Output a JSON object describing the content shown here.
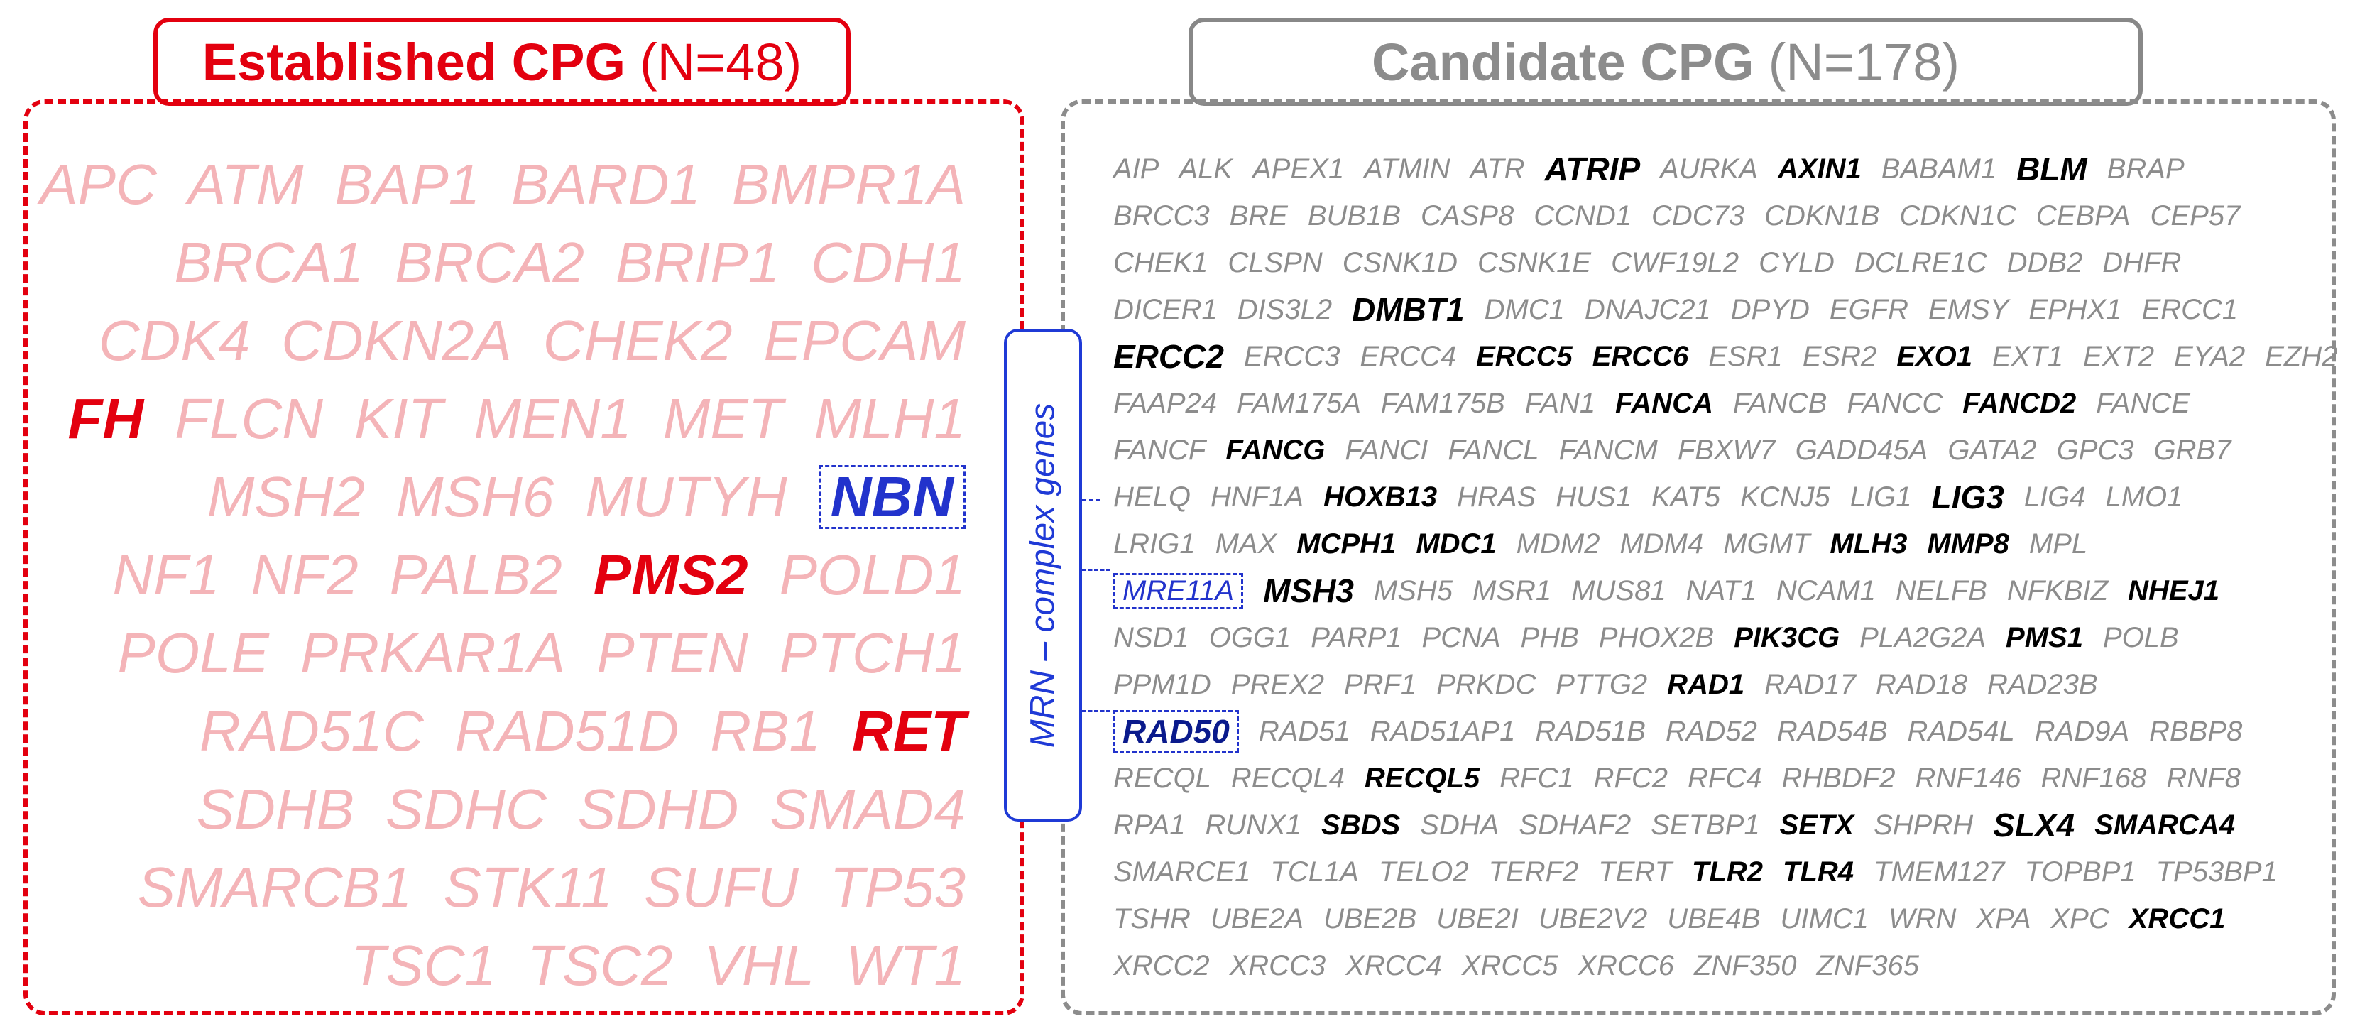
{
  "established": {
    "title": "Established CPG",
    "count": "(N=48)",
    "rows": [
      [
        "APC",
        "ATM",
        "BAP1",
        "BARD1",
        "BMPR1A"
      ],
      [
        "BRCA1",
        "BRCA2",
        "BRIP1",
        "CDH1"
      ],
      [
        "CDK4",
        "CDKN2A",
        "CHEK2",
        "EPCAM"
      ],
      [
        "FH",
        "FLCN",
        "KIT",
        "MEN1",
        "MET",
        "MLH1"
      ],
      [
        "MSH2",
        "MSH6",
        "MUTYH",
        "NBN"
      ],
      [
        "NF1",
        "NF2",
        "PALB2",
        "PMS2",
        "POLD1"
      ],
      [
        "POLE",
        "PRKAR1A",
        "PTEN",
        "PTCH1"
      ],
      [
        "RAD51C",
        "RAD51D",
        "RB1",
        "RET"
      ],
      [
        "SDHB",
        "SDHC",
        "SDHD",
        "SMAD4"
      ],
      [
        "SMARCB1",
        "STK11",
        "SUFU",
        "TP53"
      ],
      [
        "TSC1",
        "TSC2",
        "VHL",
        "WT1"
      ]
    ],
    "highlighted": [
      "FH",
      "PMS2",
      "RET"
    ],
    "mrn_member": "NBN"
  },
  "candidate": {
    "title": "Candidate CPG",
    "count": "(N=178)",
    "rows": [
      [
        "AIP",
        "ALK",
        "APEX1",
        "ATMIN",
        "ATR",
        "ATRIP",
        "AURKA",
        "AXIN1",
        "BABAM1",
        "BLM",
        "BRAP"
      ],
      [
        "BRCC3",
        "BRE",
        "BUB1B",
        "CASP8",
        "CCND1",
        "CDC73",
        "CDKN1B",
        "CDKN1C",
        "CEBPA",
        "CEP57"
      ],
      [
        "CHEK1",
        "CLSPN",
        "CSNK1D",
        "CSNK1E",
        "CWF19L2",
        "CYLD",
        "DCLRE1C",
        "DDB2",
        "DHFR"
      ],
      [
        "DICER1",
        "DIS3L2",
        "DMBT1",
        "DMC1",
        "DNAJC21",
        "DPYD",
        "EGFR",
        "EMSY",
        "EPHX1",
        "ERCC1"
      ],
      [
        "ERCC2",
        "ERCC3",
        "ERCC4",
        "ERCC5",
        "ERCC6",
        "ESR1",
        "ESR2",
        "EXO1",
        "EXT1",
        "EXT2",
        "EYA2",
        "EZH2"
      ],
      [
        "FAAP24",
        "FAM175A",
        "FAM175B",
        "FAN1",
        "FANCA",
        "FANCB",
        "FANCC",
        "FANCD2",
        "FANCE"
      ],
      [
        "FANCF",
        "FANCG",
        "FANCI",
        "FANCL",
        "FANCM",
        "FBXW7",
        "GADD45A",
        "GATA2",
        "GPC3",
        "GRB7"
      ],
      [
        "HELQ",
        "HNF1A",
        "HOXB13",
        "HRAS",
        "HUS1",
        "KAT5",
        "KCNJ5",
        "LIG1",
        "LIG3",
        "LIG4",
        "LMO1"
      ],
      [
        "LRIG1",
        "MAX",
        "MCPH1",
        "MDC1",
        "MDM2",
        "MDM4",
        "MGMT",
        "MLH3",
        "MMP8",
        "MPL"
      ],
      [
        "MRE11A",
        "MSH3",
        "MSH5",
        "MSR1",
        "MUS81",
        "NAT1",
        "NCAM1",
        "NELFB",
        "NFKBIZ",
        "NHEJ1"
      ],
      [
        "NSD1",
        "OGG1",
        "PARP1",
        "PCNA",
        "PHB",
        "PHOX2B",
        "PIK3CG",
        "PLA2G2A",
        "PMS1",
        "POLB"
      ],
      [
        "PPM1D",
        "PREX2",
        "PRF1",
        "PRKDC",
        "PTTG2",
        "RAD1",
        "RAD17",
        "RAD18",
        "RAD23B"
      ],
      [
        "RAD50",
        "RAD51",
        "RAD51AP1",
        "RAD51B",
        "RAD52",
        "RAD54B",
        "RAD54L",
        "RAD9A",
        "RBBP8"
      ],
      [
        "RECQL",
        "RECQL4",
        "RECQL5",
        "RFC1",
        "RFC2",
        "RFC4",
        "RHBDF2",
        "RNF146",
        "RNF168",
        "RNF8"
      ],
      [
        "RPA1",
        "RUNX1",
        "SBDS",
        "SDHA",
        "SDHAF2",
        "SETBP1",
        "SETX",
        "SHPRH",
        "SLX4",
        "SMARCA4"
      ],
      [
        "SMARCE1",
        "TCL1A",
        "TELO2",
        "TERF2",
        "TERT",
        "TLR2",
        "TLR4",
        "TMEM127",
        "TOPBP1",
        "TP53BP1"
      ],
      [
        "TSHR",
        "UBE2A",
        "UBE2B",
        "UBE2I",
        "UBE2V2",
        "UBE4B",
        "UIMC1",
        "WRN",
        "XPA",
        "XPC",
        "XRCC1"
      ],
      [
        "XRCC2",
        "XRCC3",
        "XRCC4",
        "XRCC5",
        "XRCC6",
        "ZNF350",
        "ZNF365"
      ]
    ],
    "highlighted": [
      "ATRIP",
      "AXIN1",
      "BLM",
      "DMBT1",
      "ERCC2",
      "ERCC5",
      "ERCC6",
      "EXO1",
      "FANCA",
      "FANCD2",
      "FANCG",
      "HOXB13",
      "LIG3",
      "MCPH1",
      "MDC1",
      "MLH3",
      "MMP8",
      "MSH3",
      "NHEJ1",
      "PIK3CG",
      "PMS1",
      "RAD1",
      "RECQL5",
      "SBDS",
      "SETX",
      "SLX4",
      "SMARCA4",
      "TLR2",
      "TLR4",
      "XRCC1"
    ],
    "large": [
      "ATRIP",
      "BLM",
      "DMBT1",
      "ERCC2",
      "LIG3",
      "MSH3",
      "SLX4"
    ],
    "mrn_members": [
      "MRE11A",
      "RAD50"
    ]
  },
  "mrn": {
    "label": "MRN – complex genes"
  },
  "colors": {
    "established_accent": "#e3000f",
    "established_gene": "#f4b4b8",
    "candidate_accent": "#8c8c8c",
    "mrn_blue": "#1f3ad6"
  }
}
